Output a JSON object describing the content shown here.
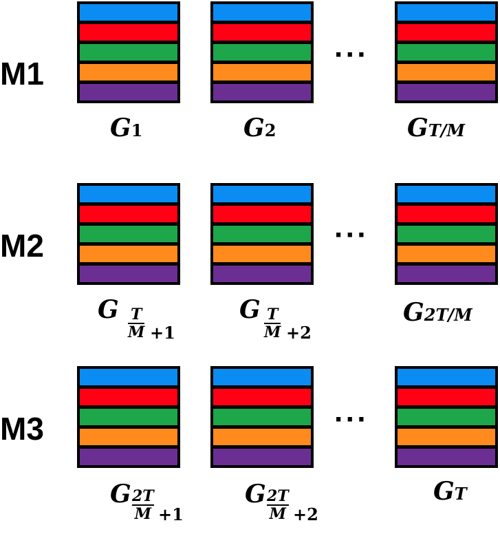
{
  "colors": {
    "stripes": [
      "#0a8cf2",
      "#ff0015",
      "#1ea64b",
      "#ff8a1e",
      "#6b2f94"
    ],
    "border": "#000000"
  },
  "rows": [
    {
      "label": "M1",
      "captions": {
        "c1": {
          "G": "G",
          "sub": "1"
        },
        "c2": {
          "G": "G",
          "sub": "2"
        },
        "c3": {
          "G": "G",
          "sub": "T/M"
        }
      }
    },
    {
      "label": "M2",
      "captions": {
        "c1": {
          "G": "G",
          "num": "T",
          "den": "M",
          "plus": "+1"
        },
        "c2": {
          "G": "G",
          "num": "T",
          "den": "M",
          "plus": "+2"
        },
        "c3": {
          "G": "G",
          "sub": "2T/M"
        }
      }
    },
    {
      "label": "M3",
      "captions": {
        "c1": {
          "G": "G",
          "num": "2T",
          "den": "M",
          "plus": "+1"
        },
        "c2": {
          "G": "G",
          "num": "2T",
          "den": "M",
          "plus": "+2"
        },
        "c3": {
          "G": "G",
          "sub": "T"
        }
      }
    }
  ],
  "ellipsis": "···"
}
